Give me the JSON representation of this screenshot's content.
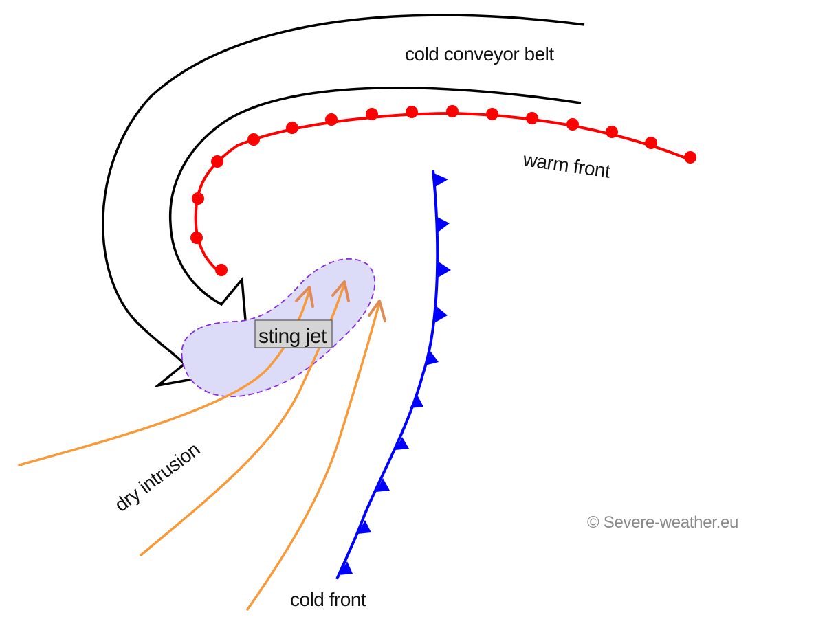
{
  "labels": {
    "cold_conveyor_belt": "cold conveyor belt",
    "warm_front": "warm front",
    "sting_jet": "sting jet",
    "dry_intrusion": "dry intrusion",
    "cold_front": "cold front",
    "copyright": "© Severe-weather.eu"
  },
  "colors": {
    "conveyor_belt": "#000000",
    "warm_front": "#ff0000",
    "cold_front": "#0000ff",
    "dry_intrusion": "#f79a3a",
    "dry_intrusion_arrowhead": "#e08a55",
    "sting_jet_region_fill": "#dcdcf8",
    "sting_jet_region_border": "#8a2be2",
    "sting_jet_label_bg": "#d4d4d4",
    "copyright_text": "#8a8a8a"
  }
}
